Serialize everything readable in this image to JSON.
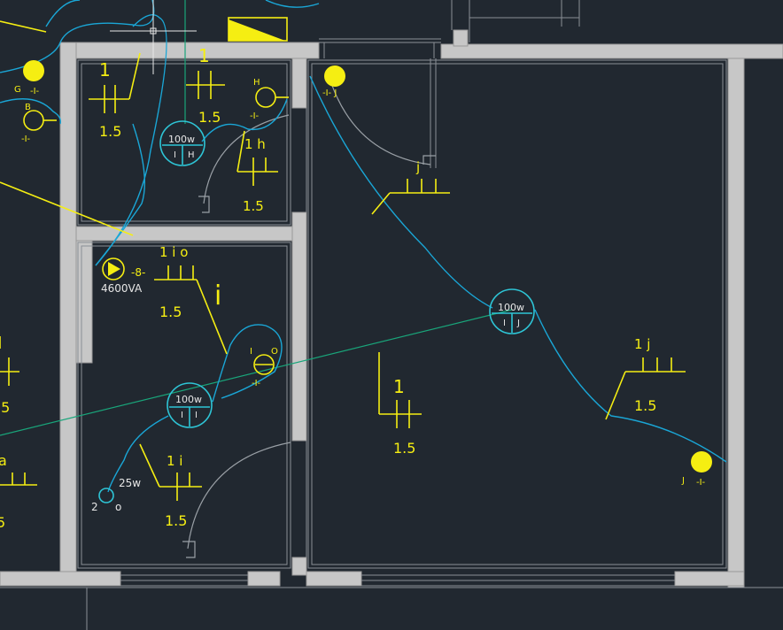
{
  "colors": {
    "background": "#212830",
    "wall": "#c7c7c7",
    "symbol": "#f5ee12",
    "wire": "#1aa6d6",
    "lamp": "#2ec5d6",
    "green_line": "#19a57a",
    "thin_line": "#8a8f96"
  },
  "labels": {
    "switch_top_left_count": "1",
    "switch_top_left_height": "1.5",
    "switch_top_mid_count": "1",
    "switch_top_mid_height": "1.5",
    "lamp1_power": "100w",
    "lamp1_a": "I",
    "lamp1_b": "H",
    "switch_1h_label": "1 h",
    "switch_1h_height": "1.5",
    "outlet_h_letter": "H",
    "outlet_h_mark": "-I-",
    "outlet_g_letter": "G",
    "outlet_g_mark": "-I-",
    "outlet_b_letter": "B",
    "outlet_b_mark": "-I-",
    "outlet_j_top_mark": "-I- J",
    "switch_j_label": "j",
    "lamp2_power": "100w",
    "lamp2_a": "I",
    "lamp2_b": "J",
    "switch_1j_label": "1 j",
    "switch_1j_height": "1.5",
    "outlet_j_right_letter": "J",
    "outlet_j_right_mark": "-I-",
    "switch_1_center_count": "1",
    "switch_1_center_height": "1.5",
    "power_label": "-8-",
    "power_va": "4600VA",
    "switch_1io_label": "1 i o",
    "switch_1io_height": "1.5",
    "big_i": "i",
    "outlet_i_letter": "I",
    "outlet_o_letter": "O",
    "outlet_io_mark": "-I-",
    "lamp3_power": "100w",
    "lamp3_a": "I",
    "lamp3_b": "I",
    "switch_1i_label": "1 i",
    "switch_1i_height": "1.5",
    "small_lamp_power": "25w",
    "small_lamp_num": "2",
    "small_lamp_letter": "o",
    "left_edge_a": "a",
    "left_edge_15a": ".5",
    "left_edge_15b": "5"
  }
}
